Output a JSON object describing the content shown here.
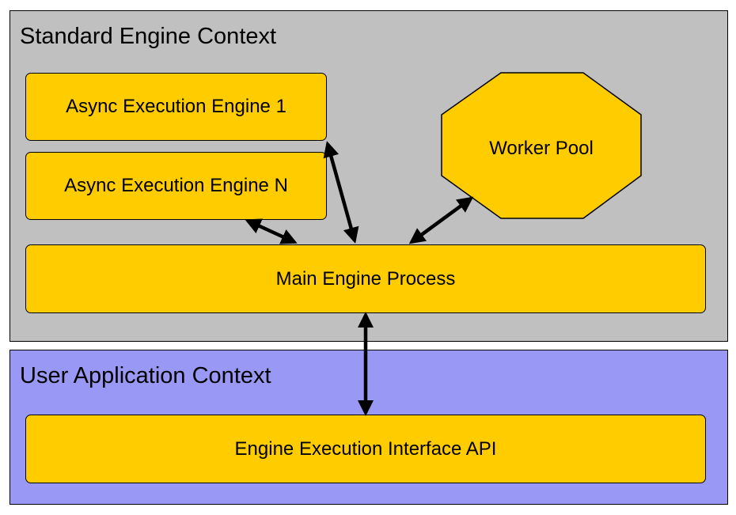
{
  "contexts": {
    "standard": {
      "title": "Standard Engine Context",
      "color": "#c0c0c0"
    },
    "user": {
      "title": "User Application Context",
      "color": "#9999f5"
    }
  },
  "nodes": {
    "async1": "Async Execution Engine 1",
    "asyncN": "Async Execution Engine N",
    "worker_pool": "Worker Pool",
    "main": "Main Engine Process",
    "api": "Engine Execution Interface API"
  },
  "node_color": "#ffcc00",
  "edges": [
    {
      "from": "main",
      "to": "async1",
      "bidirectional": true
    },
    {
      "from": "main",
      "to": "asyncN",
      "bidirectional": true
    },
    {
      "from": "main",
      "to": "worker_pool",
      "bidirectional": true
    },
    {
      "from": "main",
      "to": "api",
      "bidirectional": true
    }
  ]
}
